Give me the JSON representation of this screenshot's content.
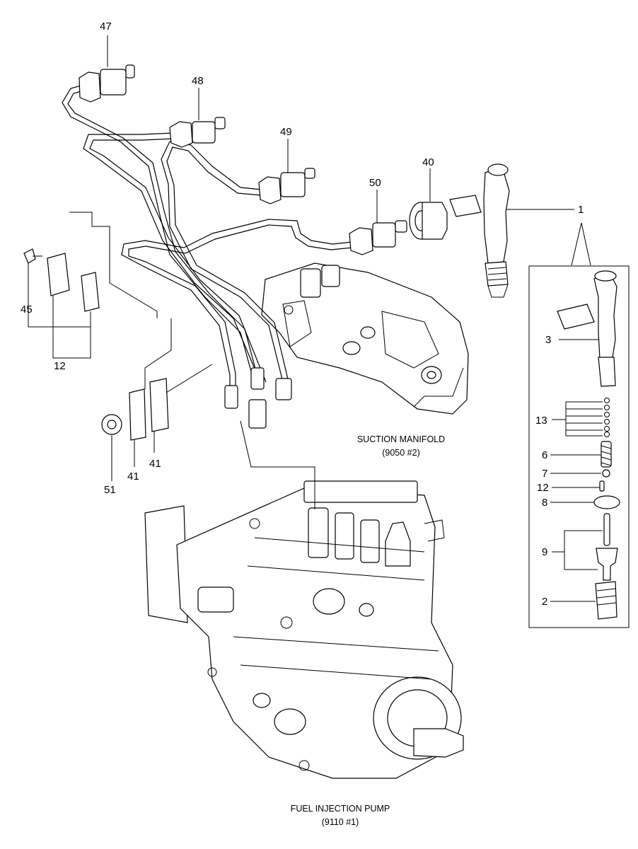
{
  "callouts": {
    "p47": "47",
    "p48": "48",
    "p49": "49",
    "p50": "50",
    "p40": "40",
    "p1": "1",
    "p3": "3",
    "p45": "45",
    "p12a": "12",
    "p51": "51",
    "p41a": "41",
    "p41b": "41",
    "p13": "13",
    "p6": "6",
    "p7": "7",
    "p12b": "12",
    "p8": "8",
    "p9": "9",
    "p2": "2"
  },
  "captions": {
    "suction_title": "SUCTION MANIFOLD",
    "suction_ref": "(9050 #2)",
    "pump_title": "FUEL INJECTION PUMP",
    "pump_ref": "(9110 #1)"
  }
}
